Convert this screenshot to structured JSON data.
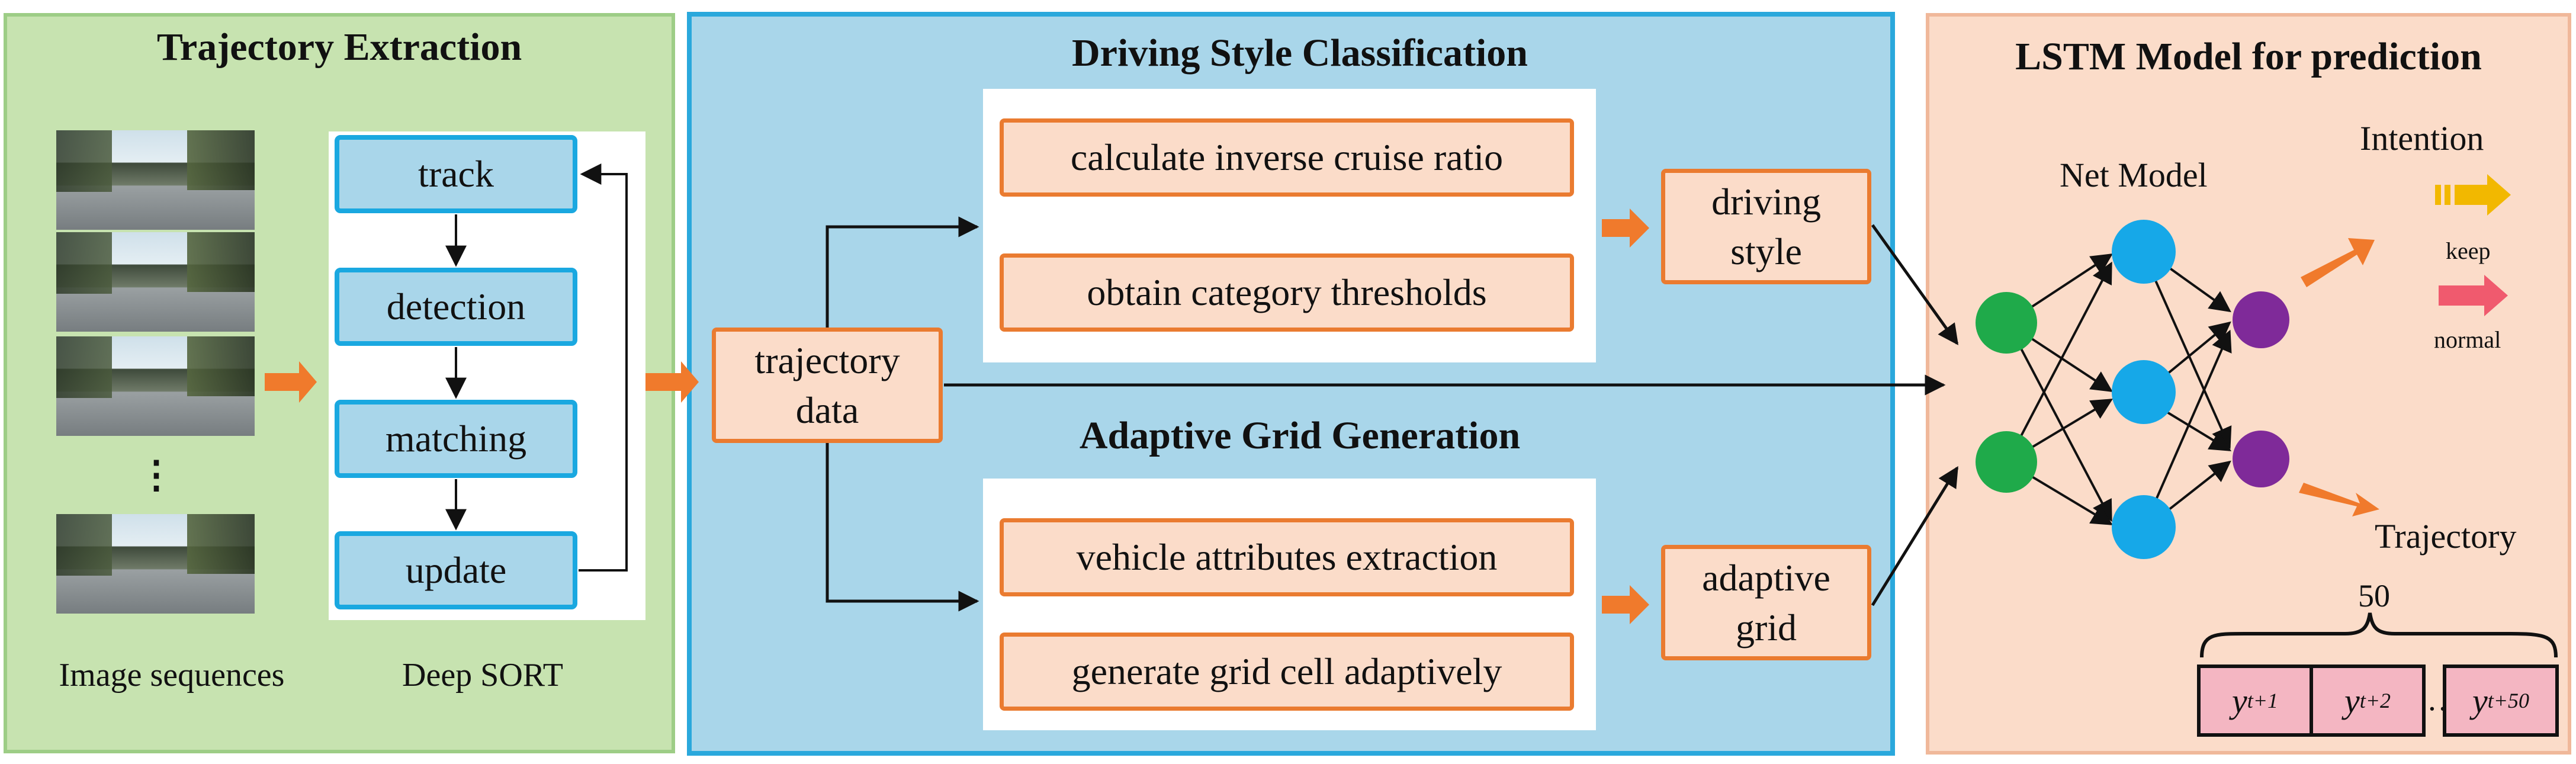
{
  "trajectory_extraction": {
    "title": "Trajectory Extraction",
    "deep_sort_steps": [
      "track",
      "detection",
      "matching",
      "update"
    ],
    "ellipsis": "⋮",
    "caption_images": "Image sequences",
    "caption_deep_sort": "Deep SORT"
  },
  "middle": {
    "trajectory_data": "trajectory data",
    "driving_style_classification": {
      "title": "Driving Style Classification",
      "steps": [
        "calculate inverse cruise ratio",
        "obtain category thresholds"
      ],
      "output": "driving style"
    },
    "adaptive_grid_generation": {
      "title": "Adaptive Grid Generation",
      "steps": [
        "vehicle attributes extraction",
        "generate grid cell adaptively"
      ],
      "output": "adaptive grid"
    }
  },
  "lstm": {
    "title": "LSTM Model for prediction",
    "net_model": "Net Model",
    "intention": "Intention",
    "keep": "keep",
    "normal": "normal",
    "trajectory": "Trajectory",
    "count": "50",
    "outputs": [
      {
        "base": "y",
        "sup": "t+1"
      },
      {
        "base": "y",
        "sup": "t+2"
      },
      {
        "base": "y",
        "sup": "t+50"
      }
    ],
    "dots": "…"
  },
  "colors": {
    "green_input": "#1faa4a",
    "blue_hidden": "#16a8e8",
    "purple_output": "#7f2a99",
    "orange_arrow": "#f07a2c",
    "keep_arrow": "#f2b800",
    "normal_arrow": "#f05a6e"
  }
}
